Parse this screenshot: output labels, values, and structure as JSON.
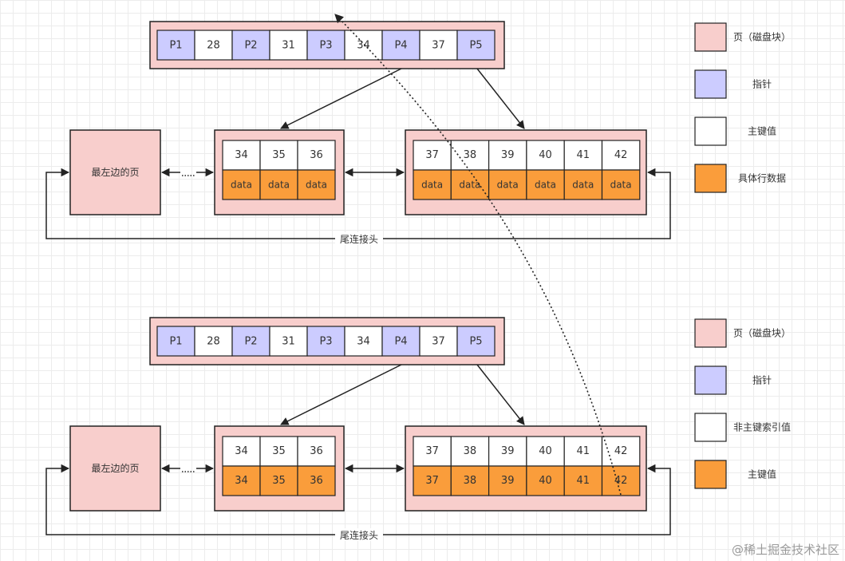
{
  "top": {
    "root_cells": [
      "P1",
      "28",
      "P2",
      "31",
      "P3",
      "34",
      "P4",
      "37",
      "P5"
    ],
    "leftmost_page_label": "最左边的页",
    "left_leaf_keys": [
      "34",
      "35",
      "36"
    ],
    "left_leaf_rows": [
      "data",
      "data",
      "data"
    ],
    "right_leaf_keys": [
      "37",
      "38",
      "39",
      "40",
      "41",
      "42"
    ],
    "right_leaf_rows": [
      "data",
      "data",
      "data",
      "data",
      "data",
      "data"
    ],
    "wrap_label": "尾连接头",
    "legend": [
      {
        "label": "页（磁盘块）",
        "color": "#f8cecc"
      },
      {
        "label": "指针",
        "color": "#ccccff"
      },
      {
        "label": "主键值",
        "color": "#ffffff"
      },
      {
        "label": "具体行数据",
        "color": "#fa9d3b"
      }
    ]
  },
  "bottom": {
    "root_cells": [
      "P1",
      "28",
      "P2",
      "31",
      "P3",
      "34",
      "P4",
      "37",
      "P5"
    ],
    "leftmost_page_label": "最左边的页",
    "left_leaf_keys": [
      "34",
      "35",
      "36"
    ],
    "left_leaf_rows": [
      "34",
      "35",
      "36"
    ],
    "right_leaf_keys": [
      "37",
      "38",
      "39",
      "40",
      "41",
      "42"
    ],
    "right_leaf_rows": [
      "37",
      "38",
      "39",
      "40",
      "41",
      "42"
    ],
    "wrap_label": "尾连接头",
    "legend": [
      {
        "label": "页（磁盘块）",
        "color": "#f8cecc"
      },
      {
        "label": "指针",
        "color": "#ccccff"
      },
      {
        "label": "非主键索引值",
        "color": "#ffffff"
      },
      {
        "label": "主键值",
        "color": "#fa9d3b"
      }
    ]
  },
  "watermark": "@稀土掘金技术社区",
  "colors": {
    "page": "#f8cecc",
    "pointer": "#ccccff",
    "key": "#ffffff",
    "row": "#fa9d3b",
    "stroke": "#222222"
  }
}
